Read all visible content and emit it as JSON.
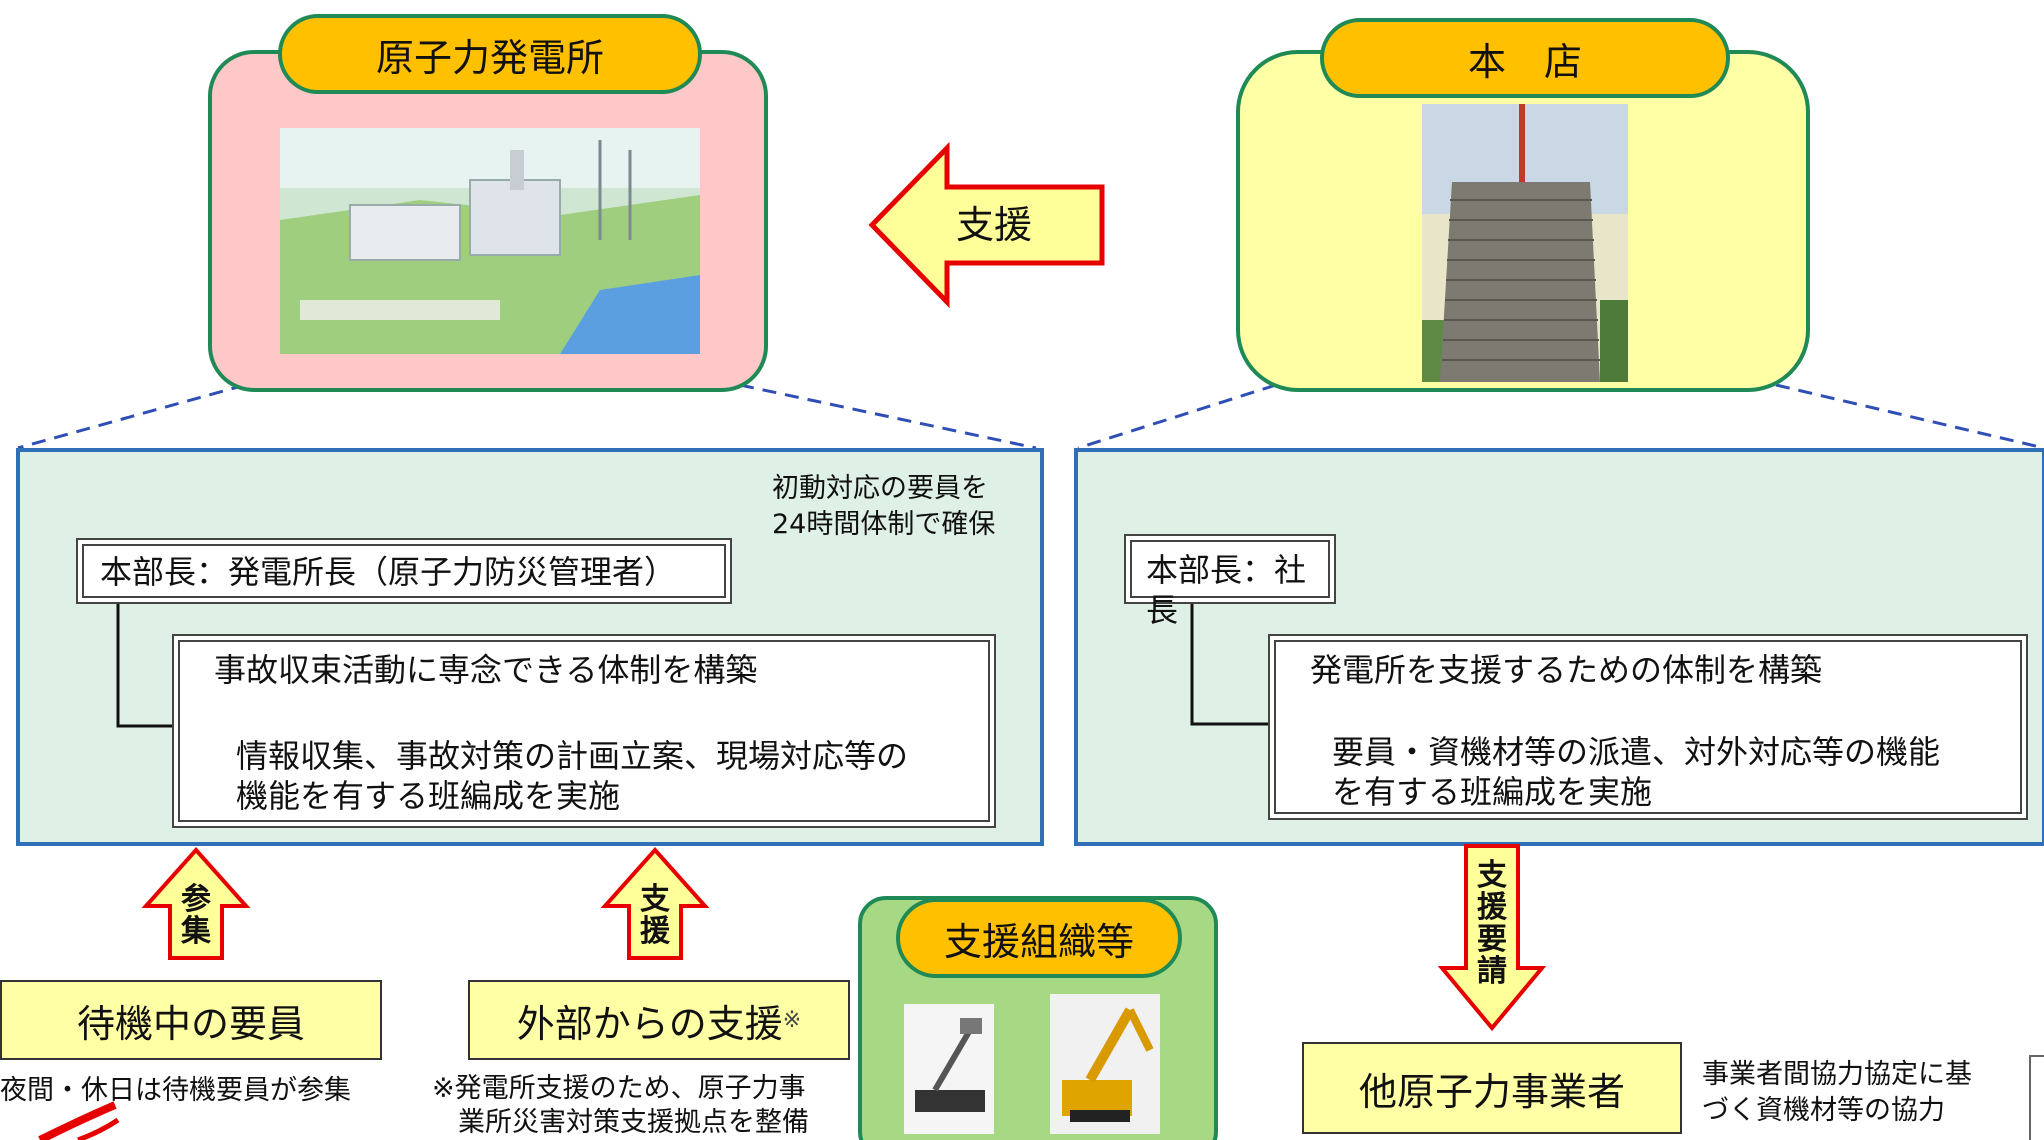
{
  "nuclear_plant": {
    "title": "原子力発電所",
    "head": "本部長：発電所長（原子力防災管理者）",
    "note_line1": "初動対応の要員を",
    "note_line2": "24時間体制で確保",
    "body_title": "事故収束活動に専念できる体制を構築",
    "body_line1": "情報収集、事故対策の計画立案、現場対応等の",
    "body_line2": "機能を有する班編成を実施"
  },
  "head_office": {
    "title": "本　店",
    "head": "本部長：社長",
    "body_title": "発電所を支援するための体制を構築",
    "body_line1": "要員・資機材等の派遣、対外対応等の機能",
    "body_line2": "を有する班編成を実施"
  },
  "arrows": {
    "support_main": "支援",
    "gather_1": "参",
    "gather_2": "集",
    "support_1": "支",
    "support_2": "援",
    "request_1": "支",
    "request_2": "援",
    "request_3": "要",
    "request_4": "請"
  },
  "bottom": {
    "standby": "待機中の要員",
    "standby_note": "夜間・休日は待機要員が参集",
    "external": "外部からの支援",
    "external_mark": "※",
    "external_note_line1": "※発電所支援のため、原子力事",
    "external_note_line2": "業所災害対策支援拠点を整備",
    "support_org": "支援組織等",
    "other_operators": "他原子力事業者",
    "other_note_line1": "事業者間協力協定に基",
    "other_note_line2": "づく資機材等の協力"
  },
  "colors": {
    "accent_orange": "#ffc000",
    "pill_border": "#1f8a55",
    "plant_bg": "#ffc8c8",
    "office_bg": "#ffffa6",
    "panel_bg": "#dff0e6",
    "panel_border": "#2f6fb5",
    "arrow_fill": "#ffff99",
    "arrow_stroke": "#e60000",
    "support_org_bg": "#a7d884"
  }
}
